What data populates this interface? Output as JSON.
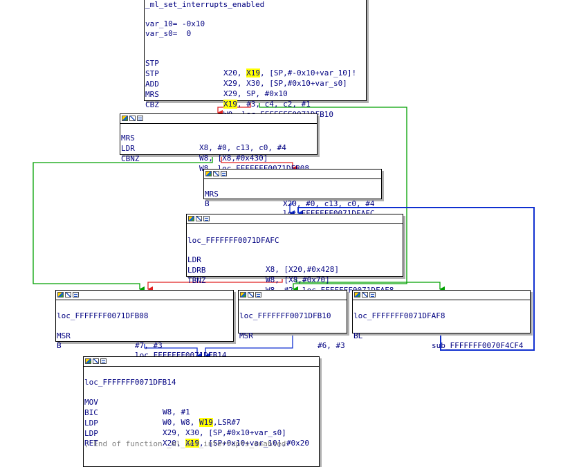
{
  "colors": {
    "true_edge": "#00a000",
    "false_edge": "#e02020",
    "jump_edge": "#1030d0",
    "highlight": "#ffff00"
  },
  "icons": [
    "graph-node-color-icon",
    "graph-node-rename-icon",
    "graph-node-list-icon"
  ],
  "block_top": {
    "func": "_ml_set_interrupts_enabled",
    "var1": "var_10= -0x10",
    "var2": "var_s0=  0",
    "stp1_mn": "STP",
    "stp1_a": "X20, ",
    "stp1_b": "X19",
    "stp1_c": ", [SP,#-0x10+var_10]!",
    "stp2_mn": "STP",
    "stp2_op": "X29, X30, [SP,#0x10+var_s0]",
    "add_mn": "ADD",
    "add_op": "X29, SP, #0x10",
    "mrs_mn": "MRS",
    "mrs_a": "X19",
    "mrs_b": ", #3, c4, c2, #1",
    "cbz_mn": "CBZ",
    "cbz_op": "W0, loc_FFFFFFF0071DFB10"
  },
  "block_2": {
    "mrs_mn": "MRS",
    "mrs_op": "X8, #0, c13, c0, #4",
    "ldr_mn": "LDR",
    "ldr_op": "W8, [X8,#0x430]",
    "cbnz_mn": "CBNZ",
    "cbnz_op": "W8, loc_FFFFFFF0071DFB08"
  },
  "block_3": {
    "mrs_mn": "MRS",
    "mrs_op": "X20, #0, c13, c0, #4",
    "b_mn": "B",
    "b_op": "loc_FFFFFFF0071DFAFC"
  },
  "block_4": {
    "label": "loc_FFFFFFF0071DFAFC",
    "ldr_mn": "LDR",
    "ldr_op": "X8, [X20,#0x428]",
    "ldrb_mn": "LDRB",
    "ldrb_op": "W8, [X8,#0x70]",
    "tbnz_mn": "TBNZ",
    "tbnz_op": "W8, #2, loc_FFFFFFF0071DFAF8"
  },
  "block_5": {
    "label": "loc_FFFFFFF0071DFB08",
    "msr_mn": "MSR",
    "msr_op": "#7, #3",
    "b_mn": "B",
    "b_op": "loc_FFFFFFF0071DFB14"
  },
  "block_6": {
    "label": "loc_FFFFFFF0071DFB10",
    "msr_mn": "MSR",
    "msr_op": "#6, #3"
  },
  "block_7": {
    "label": "loc_FFFFFFF0071DFAF8",
    "bl_mn": "BL",
    "bl_op": "sub_FFFFFFF0070F4CF4"
  },
  "block_8": {
    "label": "loc_FFFFFFF0071DFB14",
    "mov_mn": "MOV",
    "mov_op": "W8, #1",
    "bic_mn": "BIC",
    "bic_a": "W0, W8, ",
    "bic_b": "W19",
    "bic_c": ",LSR#7",
    "ldp1_mn": "LDP",
    "ldp1_op": "X29, X30, [SP,#0x10+var_s0]",
    "ldp2_mn": "LDP",
    "ldp2_a": "X20, ",
    "ldp2_b": "X19",
    "ldp2_c": ", [SP+0x10+var_10],#0x20",
    "ret_mn": "RET",
    "comment": "; End of function _ml_set_interrupts_enabled"
  }
}
